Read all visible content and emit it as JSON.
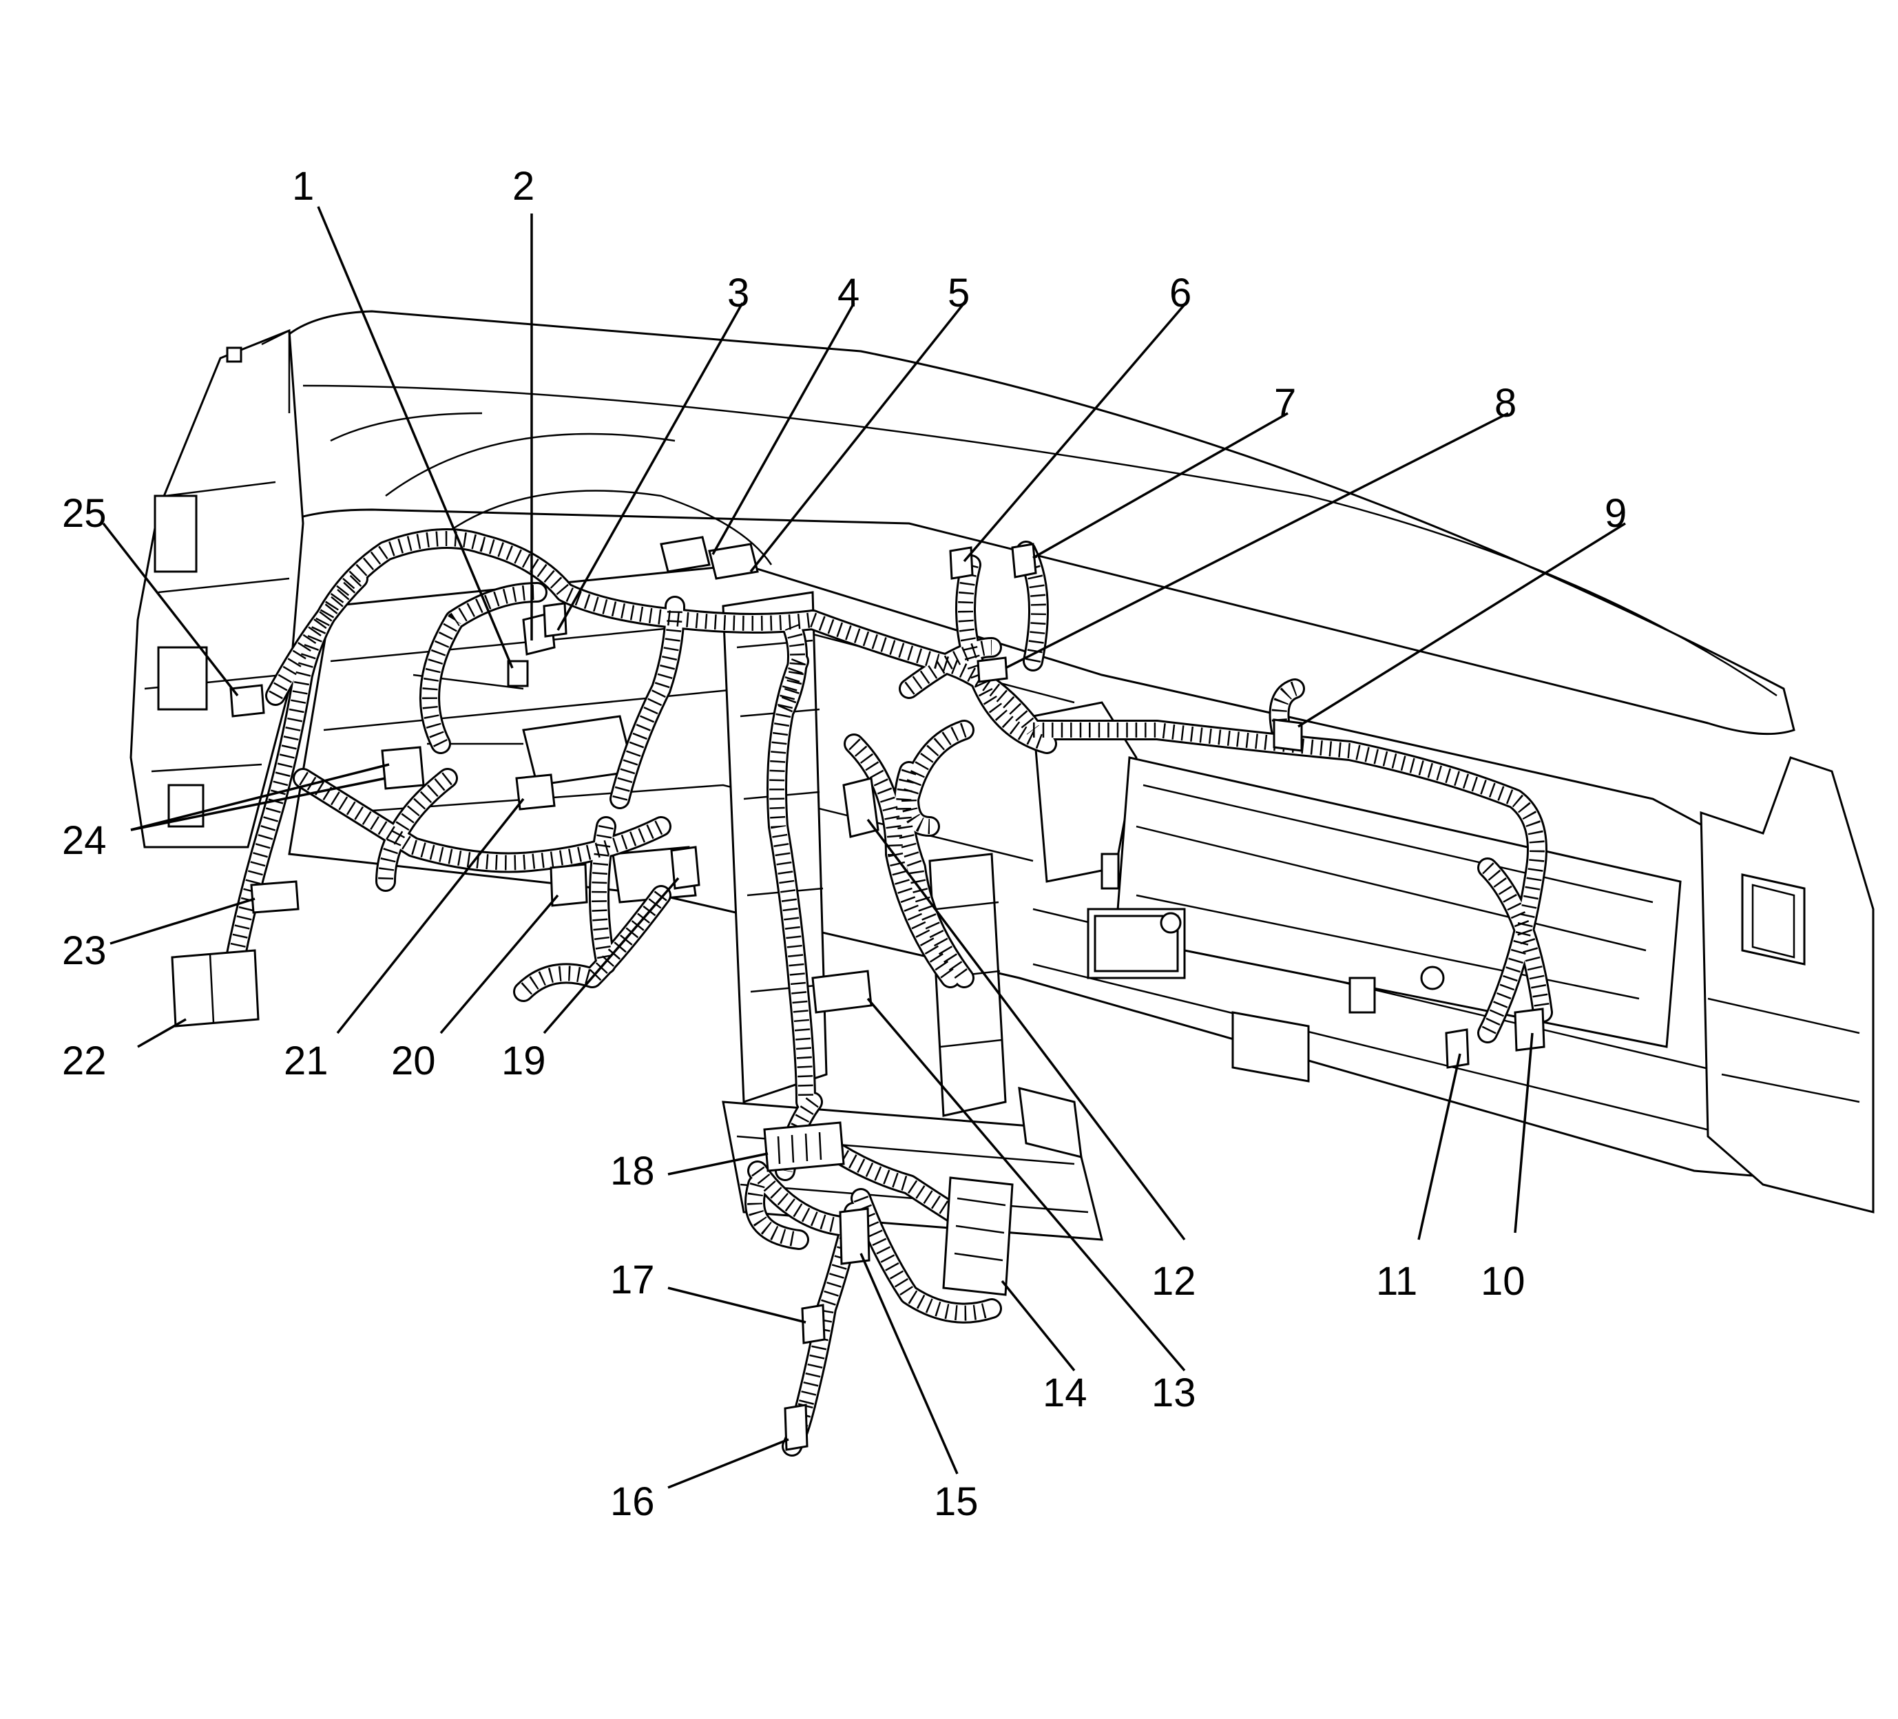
{
  "callouts": [
    {
      "id": 1,
      "label": "1"
    },
    {
      "id": 2,
      "label": "2"
    },
    {
      "id": 3,
      "label": "3"
    },
    {
      "id": 4,
      "label": "4"
    },
    {
      "id": 5,
      "label": "5"
    },
    {
      "id": 6,
      "label": "6"
    },
    {
      "id": 7,
      "label": "7"
    },
    {
      "id": 8,
      "label": "8"
    },
    {
      "id": 9,
      "label": "9"
    },
    {
      "id": 10,
      "label": "10"
    },
    {
      "id": 11,
      "label": "11"
    },
    {
      "id": 12,
      "label": "12"
    },
    {
      "id": 13,
      "label": "13"
    },
    {
      "id": 14,
      "label": "14"
    },
    {
      "id": 15,
      "label": "15"
    },
    {
      "id": 16,
      "label": "16"
    },
    {
      "id": 17,
      "label": "17"
    },
    {
      "id": 18,
      "label": "18"
    },
    {
      "id": 19,
      "label": "19"
    },
    {
      "id": 20,
      "label": "20"
    },
    {
      "id": 21,
      "label": "21"
    },
    {
      "id": 22,
      "label": "22"
    },
    {
      "id": 23,
      "label": "23"
    },
    {
      "id": 24,
      "label": "24"
    },
    {
      "id": 25,
      "label": "25"
    }
  ]
}
